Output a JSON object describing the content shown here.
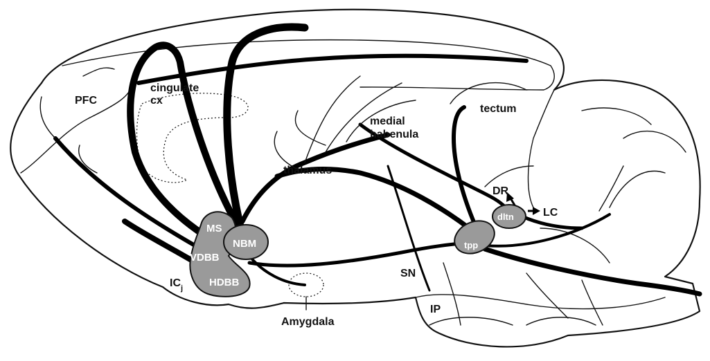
{
  "labels": {
    "pfc": "PFC",
    "cingulate": "cingulate",
    "cx": "cx",
    "medial": "medial",
    "habenula": "habenula",
    "tectum": "tectum",
    "thalamus": "thalamus",
    "dr": "DR",
    "lc": "LC",
    "sn": "SN",
    "ip": "IP",
    "icj_main": "IC",
    "icj_sub": "j",
    "amygdala": "Amygdala"
  },
  "nuclei": {
    "ms": "MS",
    "vdbb": "VDBB",
    "hdbb": "HDBB",
    "nbm": "NBM",
    "dltn": "dltn",
    "tpp": "tpp"
  },
  "colors": {
    "nucleus_fill": "#9a9a9a",
    "tract": "#000000",
    "outline": "#111111"
  }
}
